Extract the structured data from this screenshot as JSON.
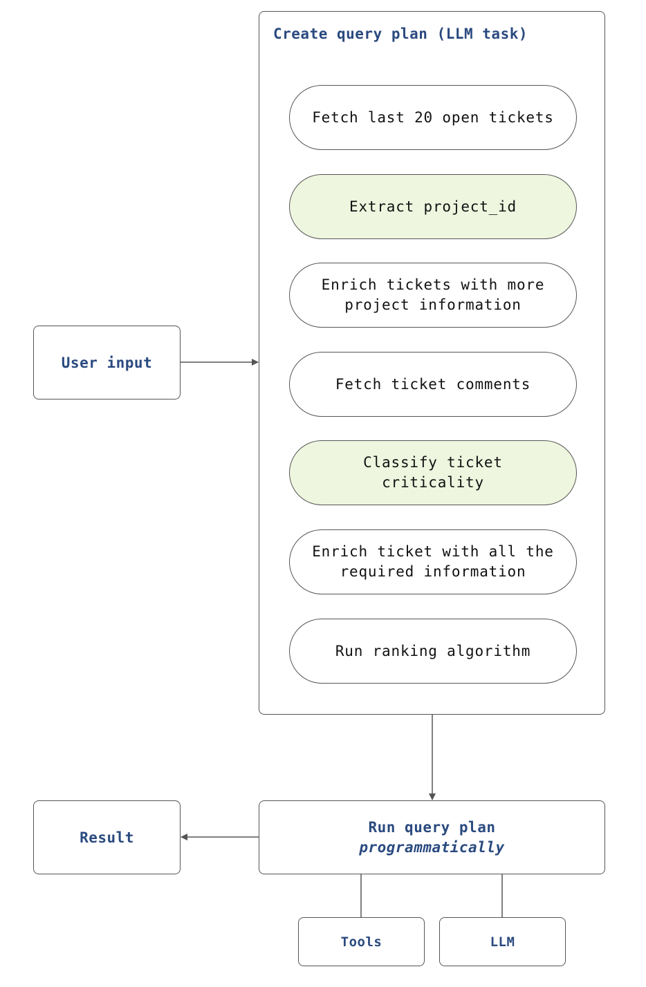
{
  "user_input": "User input",
  "query_plan": {
    "title": "Create query plan (LLM task)",
    "steps": [
      {
        "label": "Fetch last 20 open tickets",
        "llm": false
      },
      {
        "label": "Extract project_id",
        "llm": true
      },
      {
        "label": "Enrich tickets with more project information",
        "llm": false
      },
      {
        "label": "Fetch ticket comments",
        "llm": false
      },
      {
        "label": "Classify ticket criticality",
        "llm": true
      },
      {
        "label": "Enrich ticket with all the required information",
        "llm": false
      },
      {
        "label": "Run ranking algorithm",
        "llm": false
      }
    ]
  },
  "run_plan": {
    "line1": "Run query plan",
    "line2": "programmatically"
  },
  "result": "Result",
  "tools": "Tools",
  "llm": "LLM",
  "colors": {
    "accent_text": "#2a4a7f",
    "llm_step_fill": "#eef6df",
    "border": "#555555"
  }
}
